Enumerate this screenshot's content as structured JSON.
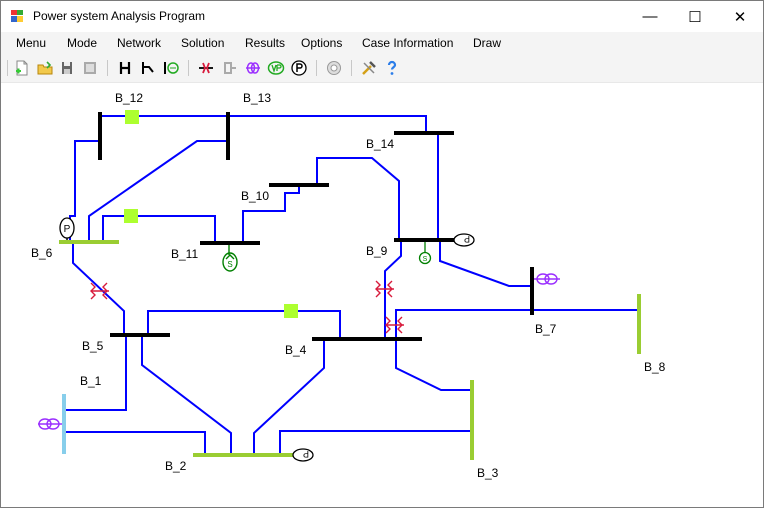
{
  "window": {
    "title": "Power system Analysis Program",
    "controls": {
      "minimize": "—",
      "maximize": "☐",
      "close": "✕"
    }
  },
  "menu": [
    "Menu",
    "Mode",
    "Network",
    "Solution",
    "Results",
    "Options",
    "Case Information",
    "Draw"
  ],
  "toolbar": {
    "icons": [
      "new-file-icon",
      "open-folder-icon",
      "save-icon",
      "image-icon",
      "bus-tool-icon",
      "line-tool-icon",
      "generator-tool-icon",
      "transformer-tool-icon",
      "tool-disabled-icon",
      "phase-shifter-icon",
      "voltage-icon",
      "power-icon",
      "settings-disabled-icon",
      "tools-icon",
      "help-icon"
    ]
  },
  "diagram": {
    "buses": {
      "b1": "B_1",
      "b2": "B_2",
      "b3": "B_3",
      "b4": "B_4",
      "b5": "B_5",
      "b6": "B_6",
      "b7": "B_7",
      "b8": "B_8",
      "b9": "B_9",
      "b10": "B_10",
      "b11": "B_11",
      "b12": "B_12",
      "b13": "B_13",
      "b14": "B_14"
    },
    "symbols": {
      "load": "P",
      "compensator": "S",
      "transformer": "3E"
    },
    "colors": {
      "line": "#0000ff",
      "bus_black": "#000000",
      "bus_green": "#9acd32",
      "bus_cyan": "#87ceeb",
      "generator": "#9b30ff",
      "transformer": "#d81b3c",
      "capacitor": "#adff2f",
      "condenser": "#008000"
    }
  }
}
